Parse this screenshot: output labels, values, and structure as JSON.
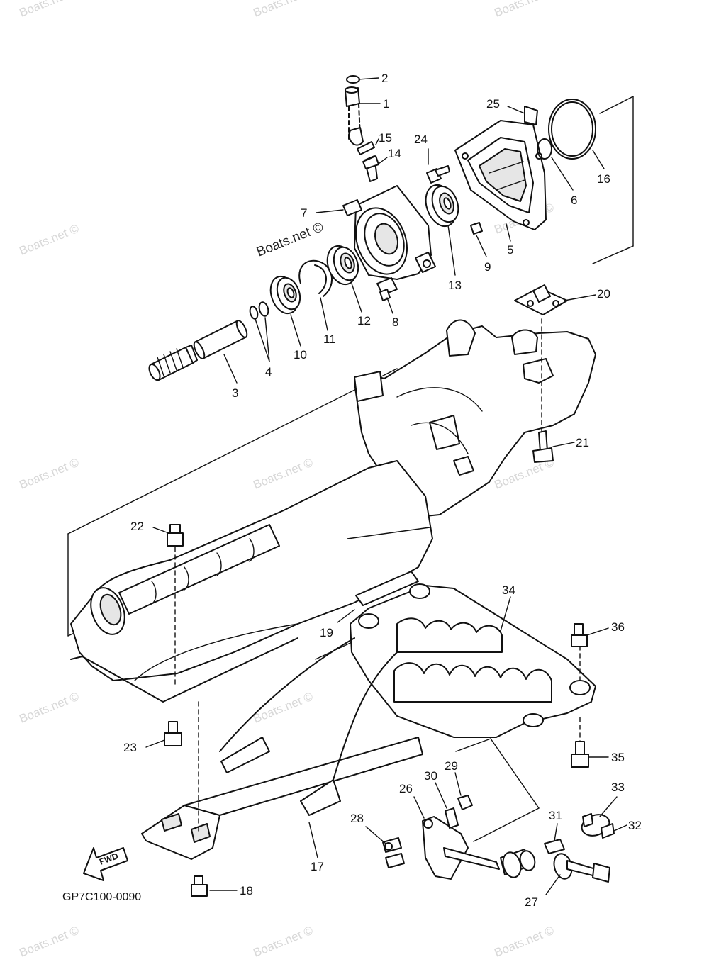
{
  "diagram": {
    "code": "GP7C100-0090",
    "fwd_label": "FWD",
    "watermark_text": "Boats.net ©",
    "watermark_main": "Boats.net ©"
  },
  "callouts": [
    {
      "id": "c1",
      "label": "1"
    },
    {
      "id": "c2",
      "label": "2"
    },
    {
      "id": "c3",
      "label": "3"
    },
    {
      "id": "c4",
      "label": "4"
    },
    {
      "id": "c5",
      "label": "5"
    },
    {
      "id": "c6",
      "label": "6"
    },
    {
      "id": "c7",
      "label": "7"
    },
    {
      "id": "c8",
      "label": "8"
    },
    {
      "id": "c9",
      "label": "9"
    },
    {
      "id": "c10",
      "label": "10"
    },
    {
      "id": "c11",
      "label": "11"
    },
    {
      "id": "c12",
      "label": "12"
    },
    {
      "id": "c13",
      "label": "13"
    },
    {
      "id": "c14",
      "label": "14"
    },
    {
      "id": "c15",
      "label": "15"
    },
    {
      "id": "c16",
      "label": "16"
    },
    {
      "id": "c17",
      "label": "17"
    },
    {
      "id": "c18",
      "label": "18"
    },
    {
      "id": "c19",
      "label": "19"
    },
    {
      "id": "c20",
      "label": "20"
    },
    {
      "id": "c21",
      "label": "21"
    },
    {
      "id": "c22",
      "label": "22"
    },
    {
      "id": "c23",
      "label": "23"
    },
    {
      "id": "c24",
      "label": "24"
    },
    {
      "id": "c25",
      "label": "25"
    },
    {
      "id": "c26",
      "label": "26"
    },
    {
      "id": "c27",
      "label": "27"
    },
    {
      "id": "c28",
      "label": "28"
    },
    {
      "id": "c29",
      "label": "29"
    },
    {
      "id": "c30",
      "label": "30"
    },
    {
      "id": "c31",
      "label": "31"
    },
    {
      "id": "c32",
      "label": "32"
    },
    {
      "id": "c33",
      "label": "33"
    },
    {
      "id": "c34",
      "label": "34"
    },
    {
      "id": "c35",
      "label": "35"
    },
    {
      "id": "c36",
      "label": "36"
    }
  ],
  "colors": {
    "line": "#111111",
    "watermark": "#d8d8d8",
    "background": "#ffffff"
  }
}
